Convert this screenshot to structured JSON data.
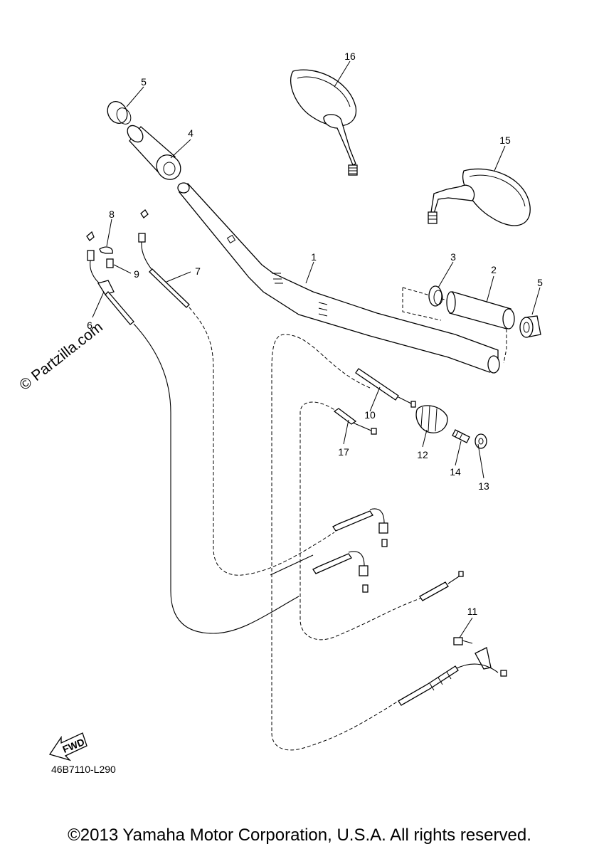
{
  "diagram": {
    "watermark": "© Partzilla.com",
    "code": "46B7110-L290",
    "copyright": "©2013 Yamaha Motor Corporation, U.S.A. All rights reserved.",
    "fwd_label": "FWD",
    "callouts": [
      "1",
      "2",
      "3",
      "4",
      "5",
      "5",
      "6",
      "7",
      "8",
      "9",
      "10",
      "11",
      "12",
      "13",
      "14",
      "15",
      "16",
      "17"
    ]
  }
}
